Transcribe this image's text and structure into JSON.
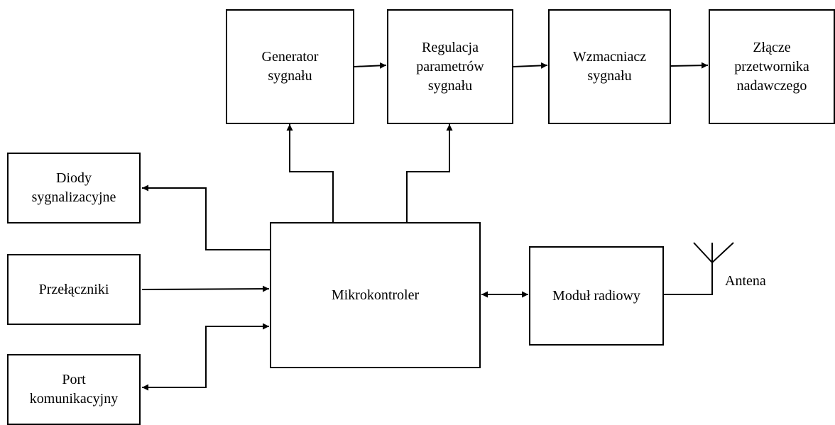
{
  "blocks": {
    "generator": "Generator\nsygnału",
    "regulation": "Regulacja\nparametrów\nsygnału",
    "amplifier": "Wzmacniacz\nsygnału",
    "connector": "Złącze\nprzetwornika\nnadawczego",
    "diodes": "Diody\nsygnalizacyjne",
    "switches": "Przełączniki",
    "comm_port": "Port\nkomunikacyjny",
    "mcu": "Mikrokontroler",
    "radio": "Moduł radiowy"
  },
  "antenna_label": "Antena"
}
